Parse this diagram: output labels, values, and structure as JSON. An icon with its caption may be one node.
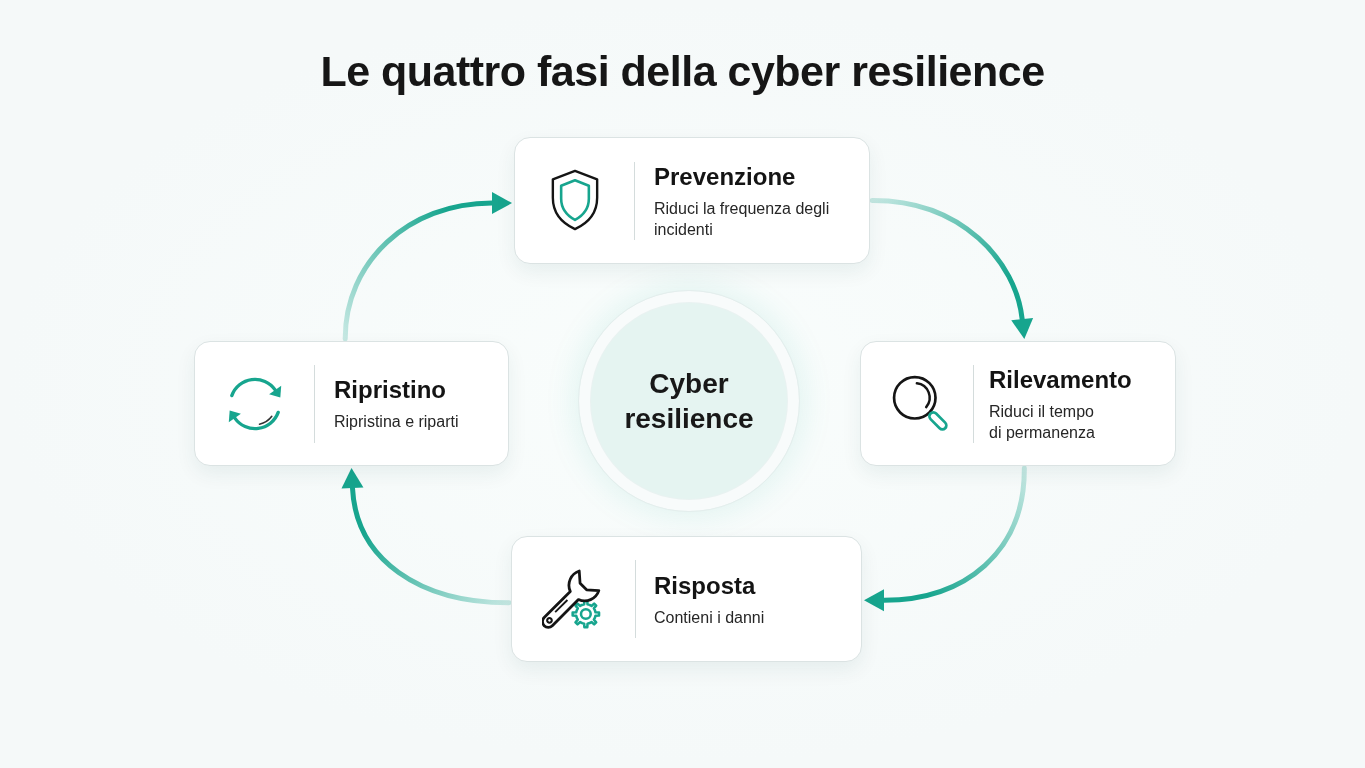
{
  "diagram": {
    "title": "Le quattro fasi della cyber resilience",
    "nodes": [
      {
        "text": [
          "Prevenzione",
          "Riduci la frequenza degli incidenti"
        ]
      },
      {
        "text": [
          "Ripristino",
          "Ripristina e riparti"
        ]
      },
      {
        "text": [
          "Cyber resilience"
        ]
      },
      {
        "text": [
          "Rilevamento",
          "Riduci il tempo di permanenza"
        ]
      },
      {
        "text": [
          "Risposta",
          "Contieni i danni"
        ]
      }
    ],
    "edges": [
      {
        "from": 0,
        "to": 3,
        "arrow": "to"
      },
      {
        "from": 3,
        "to": 4,
        "arrow": "to"
      },
      {
        "from": 4,
        "to": 1,
        "arrow": "to"
      },
      {
        "from": 1,
        "to": 0,
        "arrow": "to"
      }
    ]
  }
}
